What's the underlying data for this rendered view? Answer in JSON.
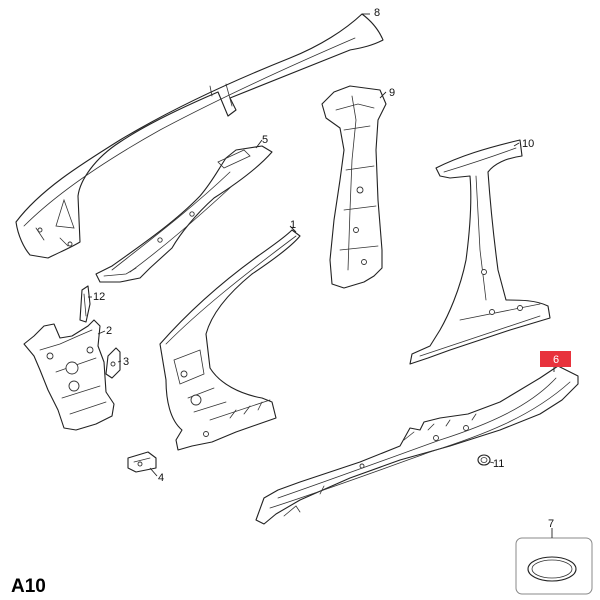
{
  "page_code": "A10",
  "callouts": [
    {
      "id": "1",
      "label": "1"
    },
    {
      "id": "2",
      "label": "2"
    },
    {
      "id": "3",
      "label": "3"
    },
    {
      "id": "4",
      "label": "4"
    },
    {
      "id": "5",
      "label": "5"
    },
    {
      "id": "6",
      "label": "6",
      "highlighted": true
    },
    {
      "id": "7",
      "label": "7"
    },
    {
      "id": "8",
      "label": "8"
    },
    {
      "id": "9",
      "label": "9"
    },
    {
      "id": "10",
      "label": "10"
    },
    {
      "id": "11",
      "label": "11"
    },
    {
      "id": "12",
      "label": "12"
    }
  ],
  "colors": {
    "highlight": "#e8323c",
    "line": "#222222",
    "background": "#ffffff"
  }
}
